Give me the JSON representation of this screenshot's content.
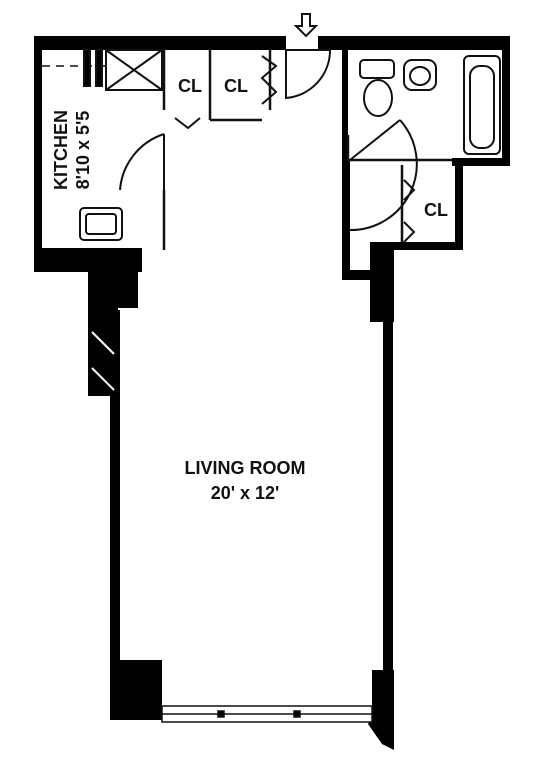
{
  "rooms": {
    "living_room": {
      "name": "LIVING ROOM",
      "dimensions": "20' x 12'"
    },
    "kitchen": {
      "name": "KITCHEN",
      "dimensions": "8'10 x 5'5"
    },
    "closets": [
      "CL",
      "CL",
      "CL"
    ]
  },
  "icons": {
    "entry_arrow": "down-arrow",
    "fixtures": [
      "toilet",
      "bathroom-sink",
      "bathtub",
      "kitchen-sink",
      "stove"
    ]
  },
  "colors": {
    "wall": "#000000",
    "background": "#ffffff",
    "line": "#111111"
  }
}
